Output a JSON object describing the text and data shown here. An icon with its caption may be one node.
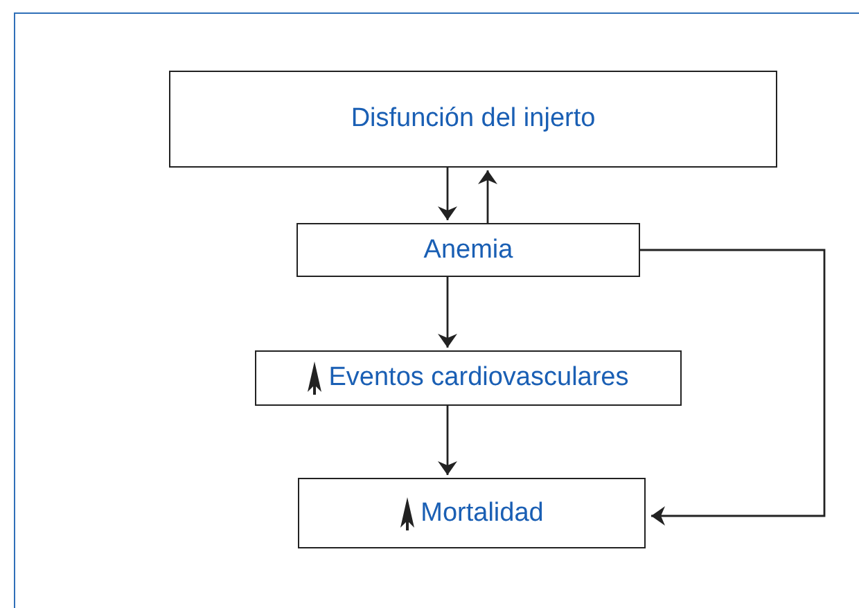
{
  "diagram": {
    "nodes": [
      {
        "text": [
          "Disfunción del injerto"
        ]
      },
      {
        "text": [
          "Anemia"
        ]
      },
      {
        "text": [
          "Eventos cardiovasculares"
        ]
      },
      {
        "text": [
          "Mortalidad"
        ]
      }
    ],
    "edges": [
      {
        "from": 0,
        "to": 1,
        "arrow": "to"
      },
      {
        "from": 1,
        "to": 0,
        "arrow": "to"
      },
      {
        "from": 1,
        "to": 2,
        "arrow": "to"
      },
      {
        "from": 2,
        "to": 3,
        "arrow": "to"
      },
      {
        "from": 1,
        "to": 3,
        "arrow": "to"
      }
    ]
  }
}
